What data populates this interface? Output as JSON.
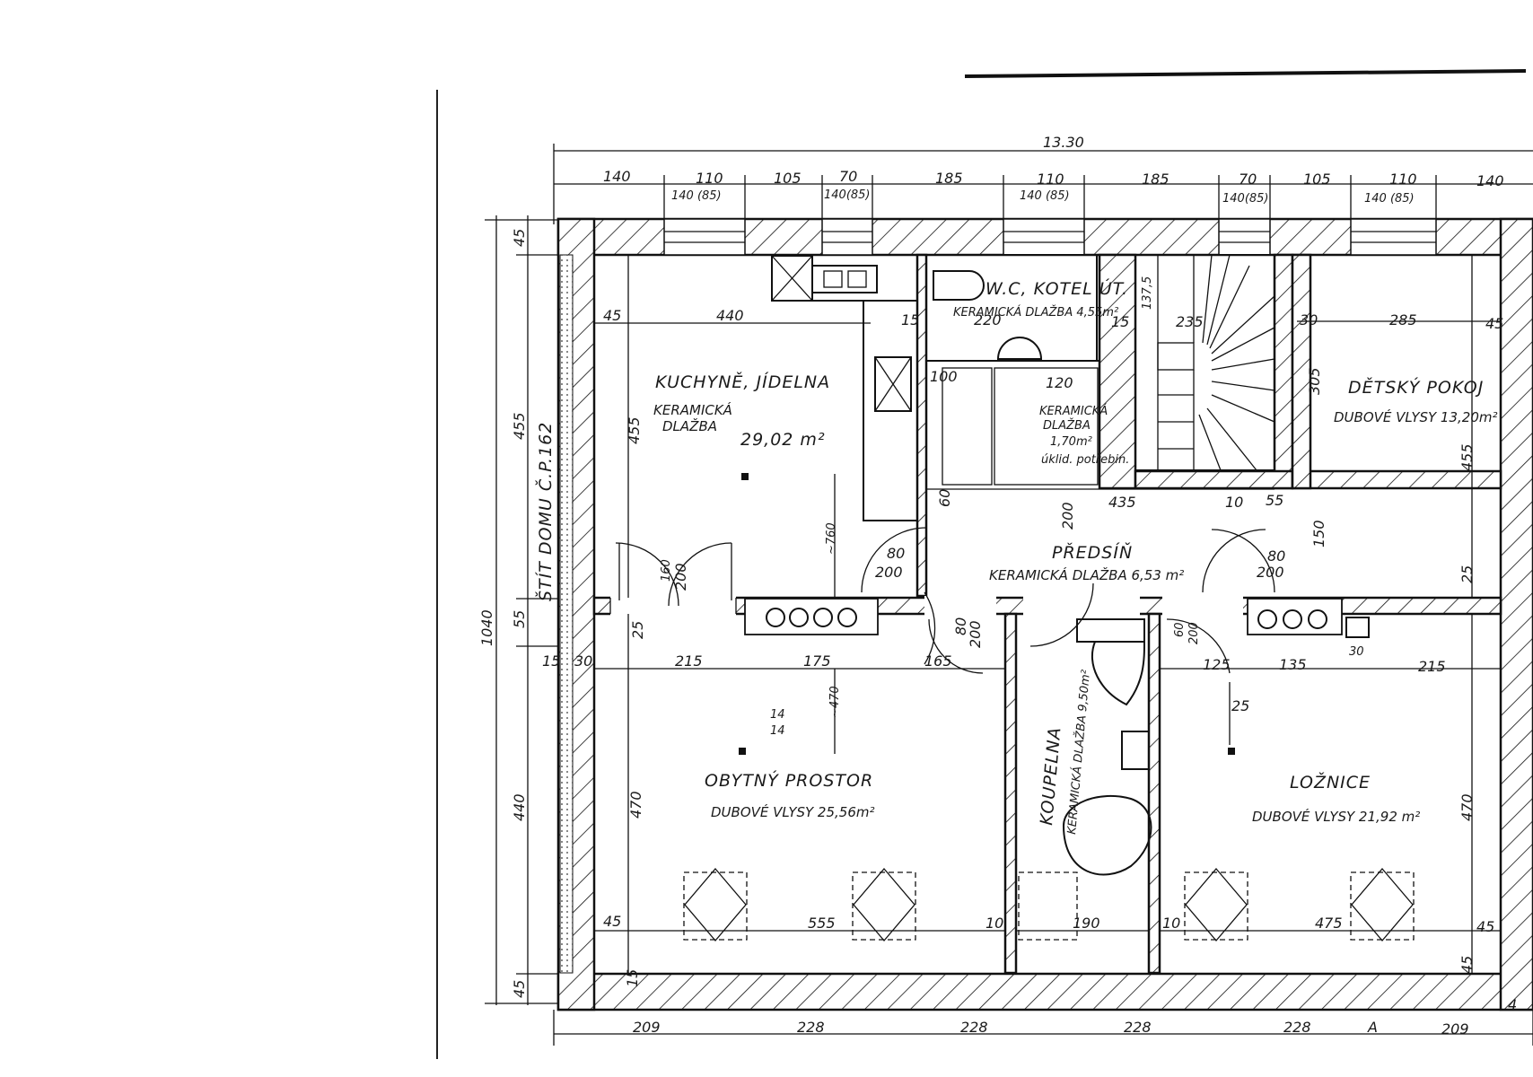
{
  "top_dims": {
    "overall": "13.30",
    "segments": [
      "140",
      "110",
      "105",
      "70",
      "185",
      "110",
      "185",
      "70",
      "105",
      "110",
      "140"
    ],
    "openings": [
      "140 (85)",
      "140(85)",
      "140 (85)",
      "140(85)",
      "140 (85)"
    ]
  },
  "bottom_dims": [
    "209",
    "228",
    "228",
    "228",
    "228",
    "209"
  ],
  "left_dims": {
    "overall": "1040",
    "segments": [
      "45",
      "455",
      "55",
      "440",
      "45"
    ],
    "wall_note": "ŠTÍT DOMU Č.P.162"
  },
  "rooms": {
    "kitchen": {
      "name": "KUCHYNĚ, JÍDELNA",
      "floor1": "KERAMICKÁ",
      "floor2": "DLAŽBA",
      "area": "29,02 m²"
    },
    "wc": {
      "name": "W.C, KOTEL ÚT.",
      "floor": "KERAMICKÁ DLAŽBA 4,55m²"
    },
    "utility": {
      "floor1": "KERAMICKÁ",
      "floor2": "DLAŽBA",
      "area": "1,70m²",
      "note": "úklid. potřebin."
    },
    "kids": {
      "name": "DĚTSKÝ POKOJ",
      "floor": "DUBOVÉ VLYSY 13,20m²"
    },
    "hall": {
      "name": "PŘEDSÍŇ",
      "floor": "KERAMICKÁ DLAŽBA 6,53 m²"
    },
    "living": {
      "name": "OBYTNÝ PROSTOR",
      "floor": "DUBOVÉ VLYSY 25,56m²"
    },
    "bath": {
      "name": "KOUPELNA",
      "floor": "KERAMICKÁ DLAŽBA 9,50m²"
    },
    "bedroom": {
      "name": "LOŽNICE",
      "floor": "DUBOVÉ VLYSY 21,92 m²"
    }
  },
  "inner_dims": {
    "k_45": "45",
    "k_440": "440",
    "k_455": "455",
    "k_15": "15",
    "wc_220": "220",
    "st_15": "15",
    "st_235": "235",
    "st_137": "137,5",
    "kids_30": "30",
    "kids_285": "285",
    "kids_45": "45",
    "kids_305": "305",
    "kids_455": "455",
    "kids_25": "25",
    "u_100": "100",
    "u_120": "120",
    "h_435": "435",
    "h_10": "10",
    "h_55": "55",
    "h_150": "150",
    "d_80a": "80",
    "d_200a": "200",
    "d_80b": "80",
    "d_200b": "200",
    "d_60": "60",
    "d_200c": "200",
    "k_760": "~760",
    "k_160": "160",
    "k_200": "200",
    "l_15": "15",
    "l_30": "30",
    "l_215": "215",
    "l_175": "175",
    "l_165": "165",
    "l_25": "25",
    "l_470": "470",
    "l_45": "45",
    "l_555": "555",
    "l_10": "10",
    "b_190": "190",
    "b_10": "10",
    "b_80": "80",
    "b_200": "200",
    "b_60": "60",
    "b_200b": "200",
    "r_125": "125",
    "r_135": "135",
    "r_215": "215",
    "r_470": "470",
    "r_475": "475",
    "r_45": "45",
    "r_25": "25",
    "r_30": "30",
    "m_14": "14",
    "m_14b": "14",
    "m_470": "~470",
    "bot_15": "15",
    "bot_45": "45",
    "bot_A": "A",
    "page_no": "4"
  }
}
